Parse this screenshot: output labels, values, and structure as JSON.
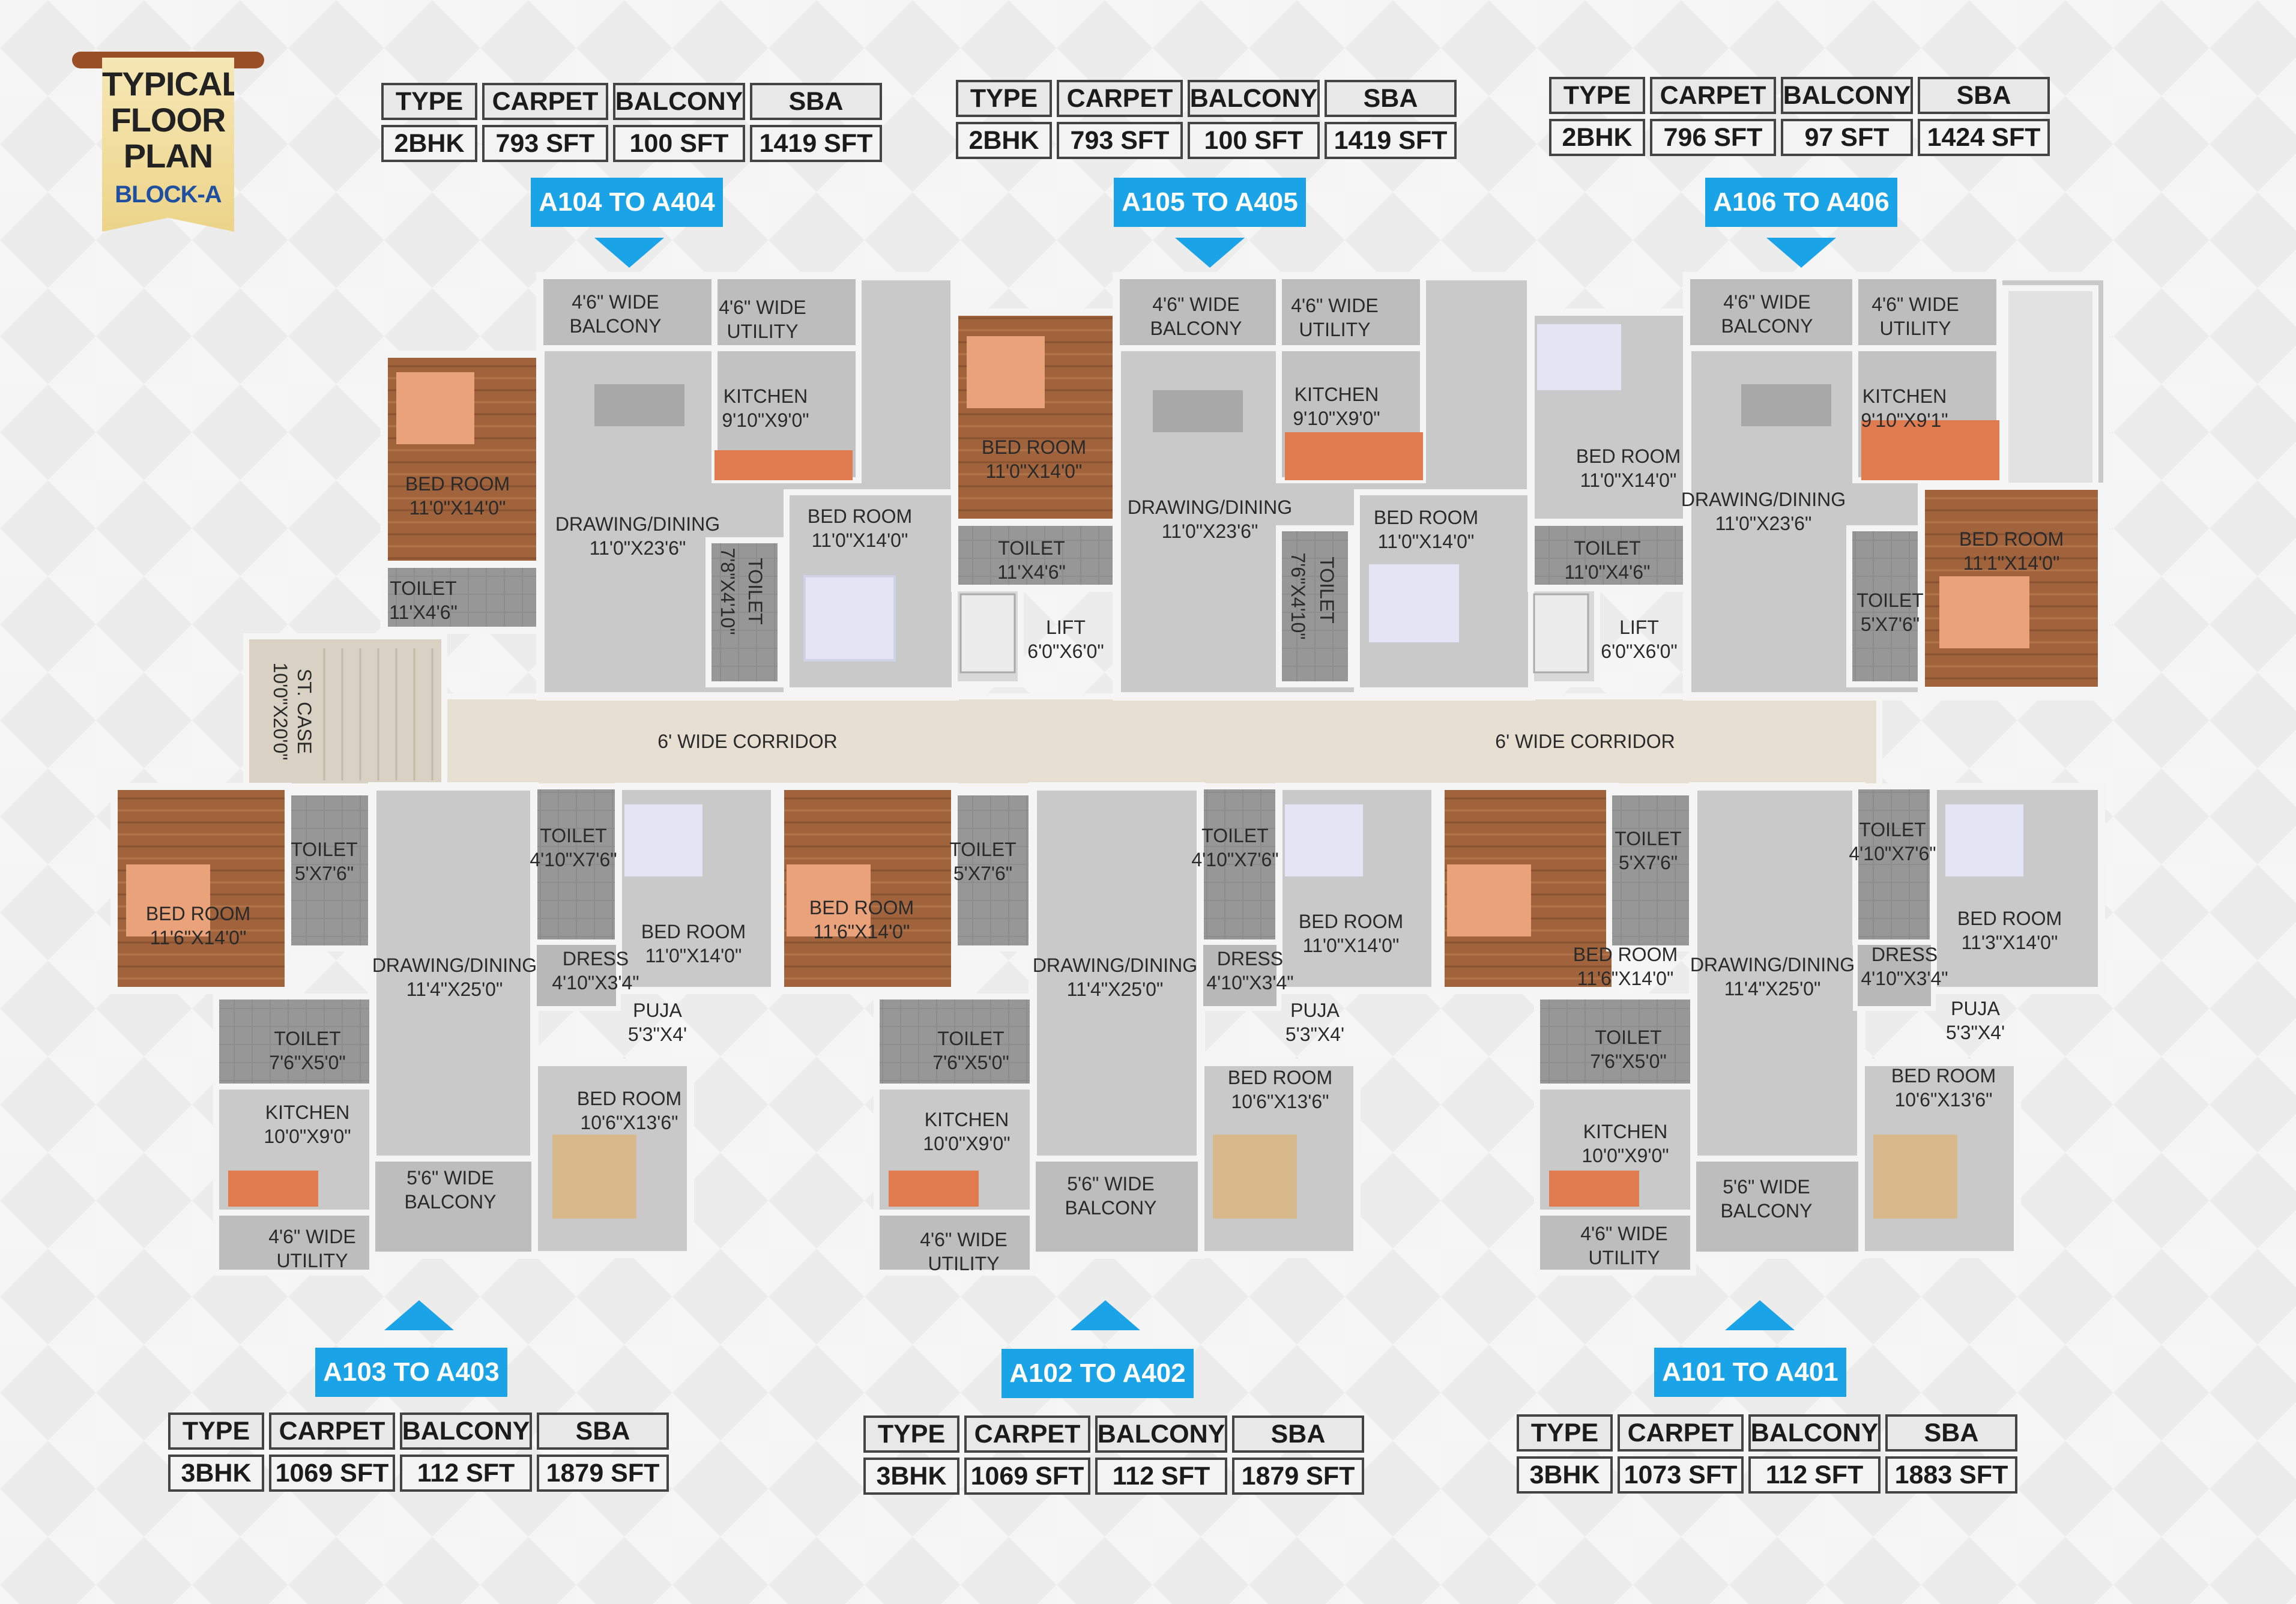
{
  "badge": {
    "line1": "TYPICAL",
    "line2": "FLOOR",
    "line3": "PLAN",
    "line4": "BLOCK-A"
  },
  "spec_headers": {
    "type": "TYPE",
    "carpet": "CARPET",
    "balcony": "BALCONY",
    "sba": "SBA"
  },
  "units": [
    {
      "label": "A104 TO A404",
      "type": "2BHK",
      "carpet": "793 SFT",
      "balcony": "100 SFT",
      "sba": "1419 SFT"
    },
    {
      "label": "A105 TO A405",
      "type": "2BHK",
      "carpet": "793 SFT",
      "balcony": "100 SFT",
      "sba": "1419 SFT"
    },
    {
      "label": "A106 TO A406",
      "type": "2BHK",
      "carpet": "796 SFT",
      "balcony": "97 SFT",
      "sba": "1424 SFT"
    },
    {
      "label": "A103 TO A403",
      "type": "3BHK",
      "carpet": "1069 SFT",
      "balcony": "112 SFT",
      "sba": "1879 SFT"
    },
    {
      "label": "A102 TO A402",
      "type": "3BHK",
      "carpet": "1069 SFT",
      "balcony": "112 SFT",
      "sba": "1879 SFT"
    },
    {
      "label": "A101 TO A401",
      "type": "3BHK",
      "carpet": "1073 SFT",
      "balcony": "112 SFT",
      "sba": "1883 SFT"
    }
  ],
  "colors": {
    "accent_blue": "#1aa3e6",
    "floor_grey": "#c9c9c9",
    "wall": "#f2f2f2",
    "wood": "#a0633c",
    "corridor": "#e6dfd2"
  },
  "rooms": {
    "balcony_46": "4'6\" WIDE\nBALCONY",
    "utility_46": "4'6\" WIDE\nUTILITY",
    "kitchen_9_10": "KITCHEN\n9'10\"X9'0\"",
    "kitchen_9_10_b": "KITCHEN\n9'10\"X9'1\"",
    "bedroom_11x14": "BED ROOM\n11'0\"X14'0\"",
    "bedroom_11_1": "BED ROOM\n11'1\"X14'0\"",
    "bedroom_11_6": "BED ROOM\n11'6\"X14'0\"",
    "bedroom_11_3": "BED ROOM\n11'3\"X14'0\"",
    "bedroom_10_6": "BED ROOM\n10'6\"X13'6\"",
    "drawing_23": "DRAWING/DINING\n11'0\"X23'6\"",
    "drawing_23_4": "DRAWING/DINING\n11'0\"X23'6\"",
    "drawing_25": "DRAWING/DINING\n11'4\"X25'0\"",
    "toilet_11x46": "TOILET\n11'X4'6\"",
    "toilet_110x46": "TOILET\n11'0\"X4'6\"",
    "toilet_78": "7'8\"X4'10\"",
    "toilet_76": "7'6\"X4'10\"",
    "toilet_v": "TOILET",
    "toilet_5x76": "TOILET\n5'X7'6\"",
    "toilet_410": "TOILET\n4'10\"X7'6\"",
    "toilet_76x50": "TOILET\n7'6\"X5'0\"",
    "lift": "LIFT\n6'0\"X6'0\"",
    "staircase": "ST. CASE\n10'0\"X20'0\"",
    "corridor": "6' WIDE CORRIDOR",
    "dress": "DRESS\n4'10\"X3'4\"",
    "puja": "PUJA\n5'3\"X4'",
    "kitchen_10x9": "KITCHEN\n10'0\"X9'0\"",
    "balcony_56": "5'6\" WIDE\nBALCONY"
  }
}
